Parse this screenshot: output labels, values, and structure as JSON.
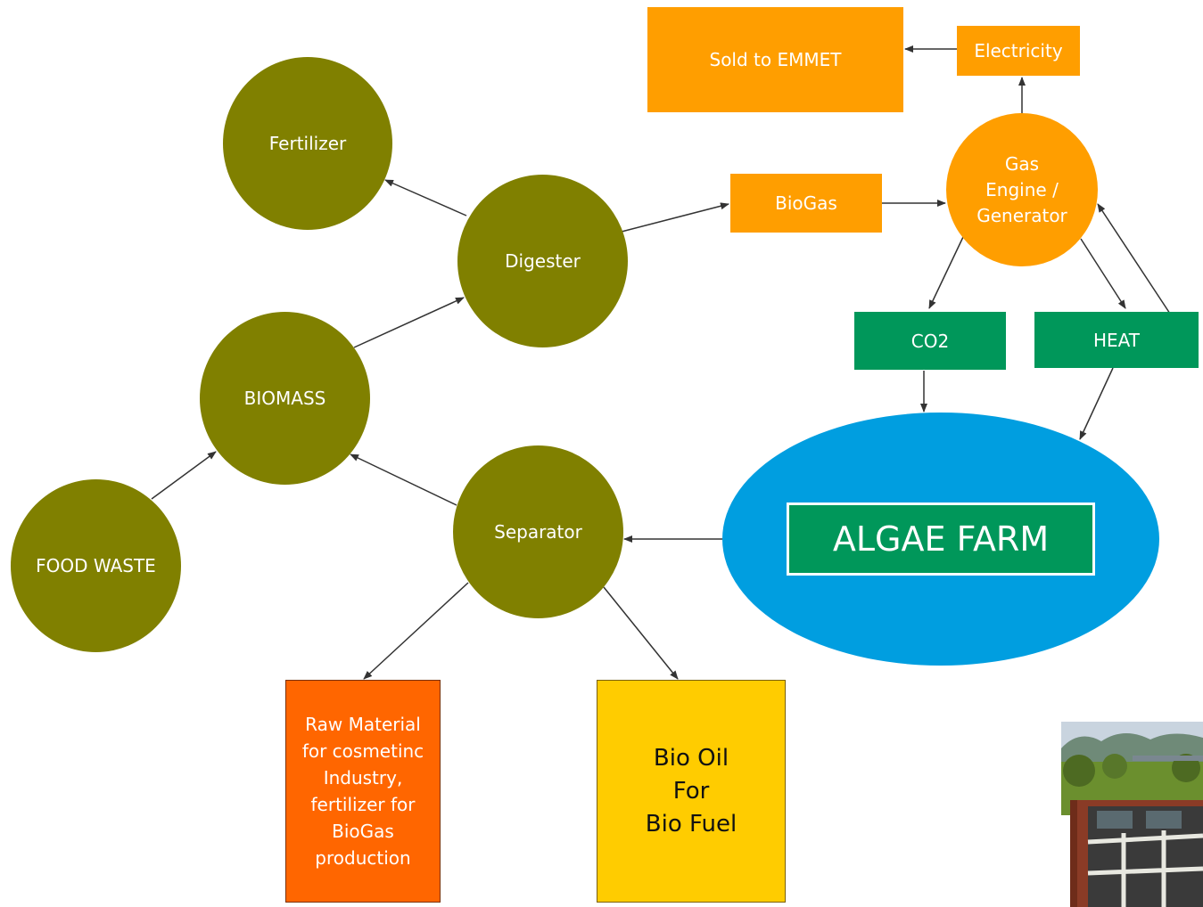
{
  "colors": {
    "olive": "#808000",
    "orange": "#ff9e00",
    "green": "#00975a",
    "blue": "#009ee0",
    "deep_orange": "#ff6600",
    "yellow": "#ffcc00",
    "arrow": "#333333"
  },
  "nodes": {
    "food_waste": "FOOD WASTE",
    "biomass": "BIOMASS",
    "digester": "Digester",
    "fertilizer": "Fertilizer",
    "biogas": "BioGas",
    "gas_engine": "Gas\nEngine /\nGenerator",
    "electricity": "Electricity",
    "sold": "Sold to EMMET",
    "co2": "CO2",
    "heat": "HEAT",
    "algae_farm": "ALGAE FARM",
    "separator": "Separator",
    "raw_material": "Raw Material\nfor cosmetinc\nIndustry,\nfertilizer for\nBioGas\nproduction",
    "bio_oil": "Bio Oil\nFor\nBio Fuel"
  },
  "edges": [
    {
      "from": "food_waste",
      "to": "biomass"
    },
    {
      "from": "biomass",
      "to": "digester"
    },
    {
      "from": "digester",
      "to": "fertilizer"
    },
    {
      "from": "digester",
      "to": "biogas"
    },
    {
      "from": "biogas",
      "to": "gas_engine"
    },
    {
      "from": "gas_engine",
      "to": "electricity"
    },
    {
      "from": "electricity",
      "to": "sold"
    },
    {
      "from": "gas_engine",
      "to": "co2"
    },
    {
      "from": "gas_engine",
      "to": "heat"
    },
    {
      "from": "heat",
      "to": "gas_engine"
    },
    {
      "from": "co2",
      "to": "algae_farm"
    },
    {
      "from": "heat",
      "to": "algae_farm"
    },
    {
      "from": "algae_farm",
      "to": "separator"
    },
    {
      "from": "separator",
      "to": "biomass"
    },
    {
      "from": "separator",
      "to": "raw_material"
    },
    {
      "from": "separator",
      "to": "bio_oil"
    }
  ]
}
